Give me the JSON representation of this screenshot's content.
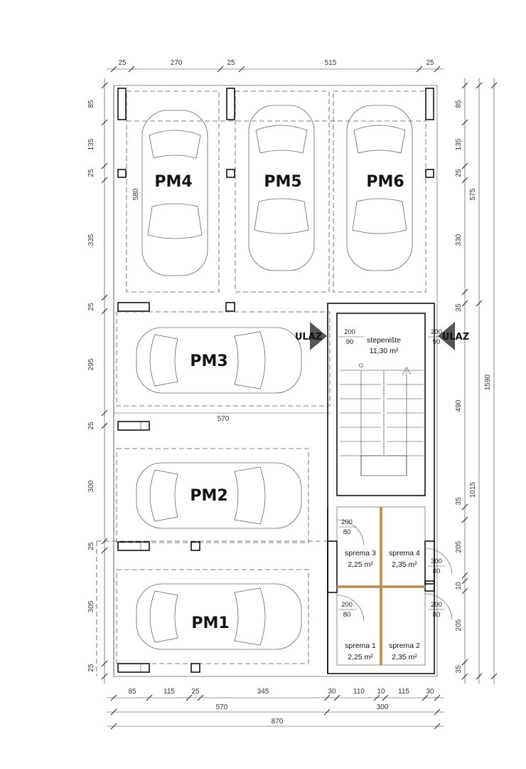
{
  "parking_spaces": [
    "PM4",
    "PM5",
    "PM6",
    "PM3",
    "PM2",
    "PM1"
  ],
  "rooms": {
    "staircase_name": "stepenište",
    "staircase_area": "11,30 m²",
    "storage": [
      {
        "name": "sprema 3",
        "area": "2,25 m²"
      },
      {
        "name": "sprema 4",
        "area": "2,35 m²"
      },
      {
        "name": "sprema 1",
        "area": "2,25 m²"
      },
      {
        "name": "sprema 2",
        "area": "2,35 m²"
      }
    ]
  },
  "entrances": {
    "left": "ULAZ",
    "right": "ULAZ"
  },
  "doors": {
    "stair_left": {
      "top": "200",
      "bottom": "90"
    },
    "stair_right": {
      "top": "200",
      "bottom": "90"
    },
    "s3": {
      "top": "200",
      "bottom": "80"
    },
    "s4": {
      "top": "300",
      "bottom": "80"
    },
    "s1": {
      "top": "200",
      "bottom": "80"
    },
    "s2": {
      "top": "200",
      "bottom": "80"
    }
  },
  "dimensions": {
    "top": [
      "25",
      "270",
      "25",
      "515",
      "25"
    ],
    "left": [
      "85",
      "135",
      "25",
      "335",
      "25",
      "295",
      "25",
      "300",
      "25",
      "305",
      "25"
    ],
    "right_inner": [
      "85",
      "135",
      "25",
      "330",
      "35",
      "490",
      "35",
      "205",
      "10",
      "205",
      "35"
    ],
    "right_mid": [
      "575",
      "1015"
    ],
    "right_outer": "1590",
    "bottom_row1": [
      "85",
      "115",
      "25",
      "345",
      "30",
      "110",
      "10",
      "115",
      "30"
    ],
    "bottom_row2": [
      "570",
      "300"
    ],
    "bottom_total": "870",
    "pm4_length": "580",
    "pm3_width": "570"
  }
}
